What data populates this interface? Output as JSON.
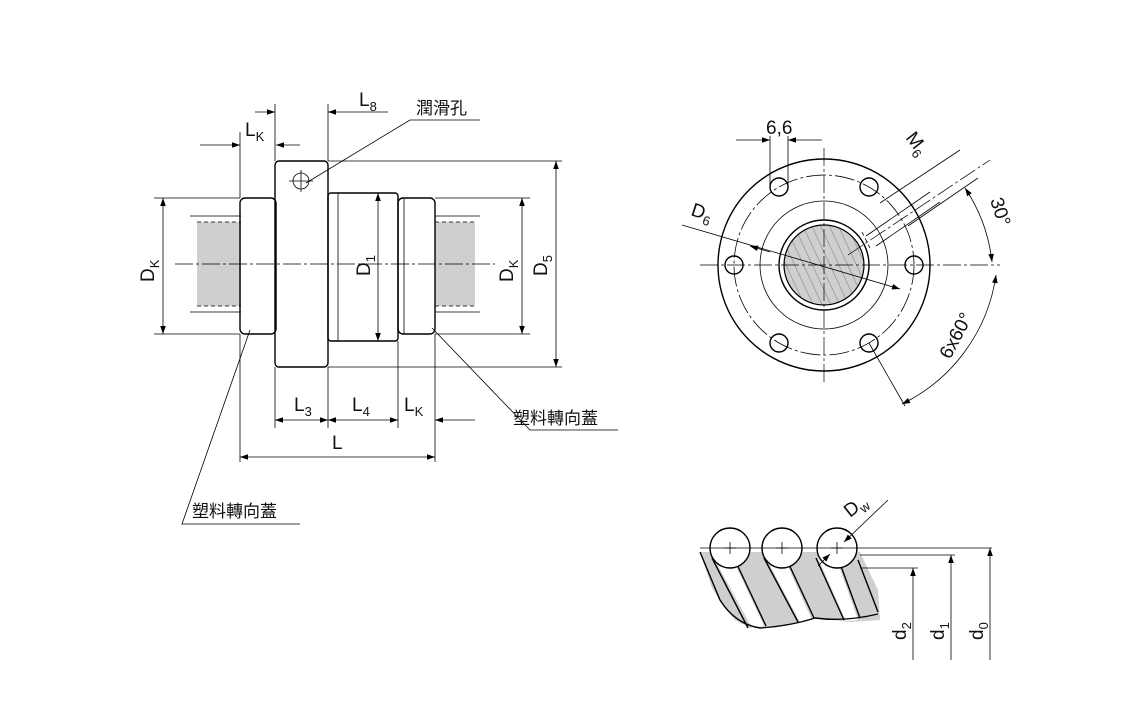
{
  "side_view": {
    "dims": {
      "L8": {
        "main": "L",
        "sub": "8"
      },
      "LK_top": {
        "main": "L",
        "sub": "K"
      },
      "DK_left": {
        "main": "D",
        "sub": "K"
      },
      "D1": {
        "main": "D",
        "sub": "1"
      },
      "DK_right": {
        "main": "D",
        "sub": "K"
      },
      "D5": {
        "main": "D",
        "sub": "5"
      },
      "L3": {
        "main": "L",
        "sub": "3"
      },
      "L4": {
        "main": "L",
        "sub": "4"
      },
      "LK_bottom": {
        "main": "L",
        "sub": "K"
      },
      "L": "L"
    },
    "notes": {
      "lube_hole": "潤滑孔",
      "end_cap_right": "塑料轉向蓋",
      "end_cap_left": "塑料轉向蓋"
    }
  },
  "flange_view": {
    "dims": {
      "hole_dia": "6,6",
      "thread": {
        "main": "M",
        "sub": "6"
      },
      "D6": {
        "main": "D",
        "sub": "6"
      },
      "angle": "30°",
      "pattern": "6x60°"
    }
  },
  "ball_view": {
    "dims": {
      "Dw": {
        "main": "D",
        "sub": "w"
      },
      "d2": {
        "main": "d",
        "sub": "2"
      },
      "d1": {
        "main": "d",
        "sub": "1"
      },
      "d0": {
        "main": "d",
        "sub": "0"
      }
    }
  }
}
